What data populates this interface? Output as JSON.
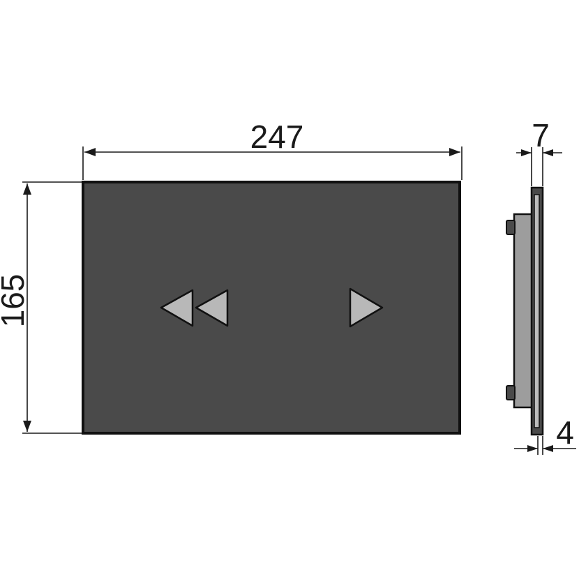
{
  "dimensions": {
    "width": "247",
    "height": "165",
    "depth_total": "7",
    "plate_thickness": "4"
  },
  "colors": {
    "plate_fill": "#4a4a4a",
    "plate_stroke": "#111111",
    "button_fill": "#b8b8b8",
    "side_light": "#9d9d9d",
    "line": "#1a1a1a"
  },
  "icons": {
    "left_button": "double-triangle-left-icon",
    "right_button": "triangle-right-icon"
  }
}
